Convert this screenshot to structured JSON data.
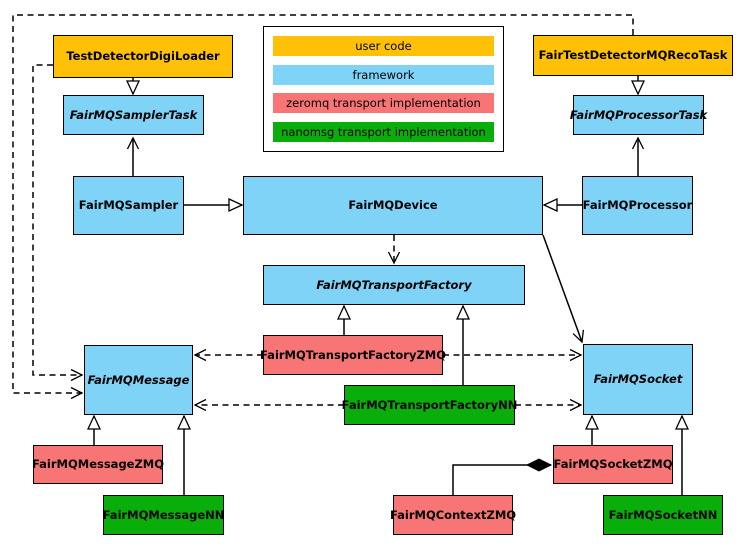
{
  "colors": {
    "user_code": "#FFC107",
    "framework": "#7FD3F7",
    "zeromq": "#F87575",
    "nanomsg": "#0AAE0A",
    "line": "#000000"
  },
  "legend": {
    "items": [
      {
        "label": "user code",
        "color": "#FFC107"
      },
      {
        "label": "framework",
        "color": "#7FD3F7"
      },
      {
        "label": "zeromq transport implementation",
        "color": "#F87575"
      },
      {
        "label": "nanomsg transport implementation",
        "color": "#0AAE0A"
      }
    ]
  },
  "nodes": {
    "tddl": {
      "label": "TestDetectorDigiLoader",
      "category": "user_code"
    },
    "recoTask": {
      "label": "FairTestDetectorMQRecoTask",
      "category": "user_code"
    },
    "samplerTask": {
      "label": "FairMQSamplerTask",
      "category": "framework",
      "abstract": true
    },
    "processorTask": {
      "label": "FairMQProcessorTask",
      "category": "framework",
      "abstract": true
    },
    "sampler": {
      "label": "FairMQSampler",
      "category": "framework"
    },
    "device": {
      "label": "FairMQDevice",
      "category": "framework"
    },
    "processor": {
      "label": "FairMQProcessor",
      "category": "framework"
    },
    "transportFactory": {
      "label": "FairMQTransportFactory",
      "category": "framework",
      "abstract": true
    },
    "transportFactoryZMQ": {
      "label": "FairMQTransportFactoryZMQ",
      "category": "zeromq"
    },
    "transportFactoryNN": {
      "label": "FairMQTransportFactoryNN",
      "category": "nanomsg"
    },
    "message": {
      "label": "FairMQMessage",
      "category": "framework",
      "abstract": true
    },
    "socket": {
      "label": "FairMQSocket",
      "category": "framework",
      "abstract": true
    },
    "messageZMQ": {
      "label": "FairMQMessageZMQ",
      "category": "zeromq"
    },
    "messageNN": {
      "label": "FairMQMessageNN",
      "category": "nanomsg"
    },
    "contextZMQ": {
      "label": "FairMQContextZMQ",
      "category": "zeromq"
    },
    "socketZMQ": {
      "label": "FairMQSocketZMQ",
      "category": "zeromq"
    },
    "socketNN": {
      "label": "FairMQSocketNN",
      "category": "nanomsg"
    }
  },
  "edges": [
    {
      "from": "tddl",
      "to": "samplerTask",
      "type": "inheritance",
      "style": "solid-hollow-triangle"
    },
    {
      "from": "recoTask",
      "to": "processorTask",
      "type": "inheritance",
      "style": "solid-hollow-triangle"
    },
    {
      "from": "sampler",
      "to": "samplerTask",
      "type": "association",
      "style": "solid-open-arrow"
    },
    {
      "from": "processor",
      "to": "processorTask",
      "type": "association",
      "style": "solid-open-arrow"
    },
    {
      "from": "sampler",
      "to": "device",
      "type": "inheritance",
      "style": "solid-hollow-triangle"
    },
    {
      "from": "processor",
      "to": "device",
      "type": "inheritance",
      "style": "solid-hollow-triangle"
    },
    {
      "from": "device",
      "to": "transportFactory",
      "type": "dependency",
      "style": "dashed-open-arrow"
    },
    {
      "from": "device",
      "to": "socket",
      "type": "association",
      "style": "solid-open-arrow"
    },
    {
      "from": "transportFactoryZMQ",
      "to": "transportFactory",
      "type": "inheritance",
      "style": "solid-hollow-triangle"
    },
    {
      "from": "transportFactoryNN",
      "to": "transportFactory",
      "type": "inheritance",
      "style": "solid-hollow-triangle"
    },
    {
      "from": "transportFactoryZMQ",
      "to": "message",
      "type": "dependency",
      "style": "dashed-open-arrow"
    },
    {
      "from": "transportFactoryZMQ",
      "to": "socket",
      "type": "dependency",
      "style": "dashed-open-arrow"
    },
    {
      "from": "transportFactoryNN",
      "to": "message",
      "type": "dependency",
      "style": "dashed-open-arrow"
    },
    {
      "from": "transportFactoryNN",
      "to": "socket",
      "type": "dependency",
      "style": "dashed-open-arrow"
    },
    {
      "from": "tddl",
      "to": "message",
      "type": "dependency",
      "style": "dashed-open-arrow"
    },
    {
      "from": "recoTask",
      "to": "message",
      "type": "dependency",
      "style": "dashed-open-arrow"
    },
    {
      "from": "messageZMQ",
      "to": "message",
      "type": "inheritance",
      "style": "solid-hollow-triangle"
    },
    {
      "from": "messageNN",
      "to": "message",
      "type": "inheritance",
      "style": "solid-hollow-triangle"
    },
    {
      "from": "socketZMQ",
      "to": "socket",
      "type": "inheritance",
      "style": "solid-hollow-triangle"
    },
    {
      "from": "socketNN",
      "to": "socket",
      "type": "inheritance",
      "style": "solid-hollow-triangle"
    },
    {
      "from": "contextZMQ",
      "to": "socketZMQ",
      "type": "composition",
      "style": "solid-filled-diamond"
    }
  ]
}
